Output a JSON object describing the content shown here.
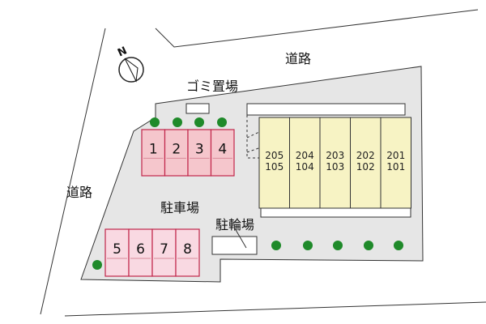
{
  "labels": {
    "road_top": "道路",
    "road_left": "道路",
    "garbage": "ゴミ置場",
    "parking": "駐車場",
    "bicycle": "駐輪場"
  },
  "compass": {
    "north": "N"
  },
  "parking_top": [
    "1",
    "2",
    "3",
    "4"
  ],
  "parking_bottom": [
    "5",
    "6",
    "7",
    "8"
  ],
  "units": [
    {
      "upper": "205",
      "lower": "105"
    },
    {
      "upper": "204",
      "lower": "104"
    },
    {
      "upper": "203",
      "lower": "103"
    },
    {
      "upper": "202",
      "lower": "102"
    },
    {
      "upper": "201",
      "lower": "101"
    }
  ],
  "colors": {
    "lot": "#e6e6e6",
    "building": "#f7f3c4",
    "parking_top": "#f5c6cc",
    "parking_bottom": "#f9d9e2",
    "tree": "#1f8a2a"
  }
}
